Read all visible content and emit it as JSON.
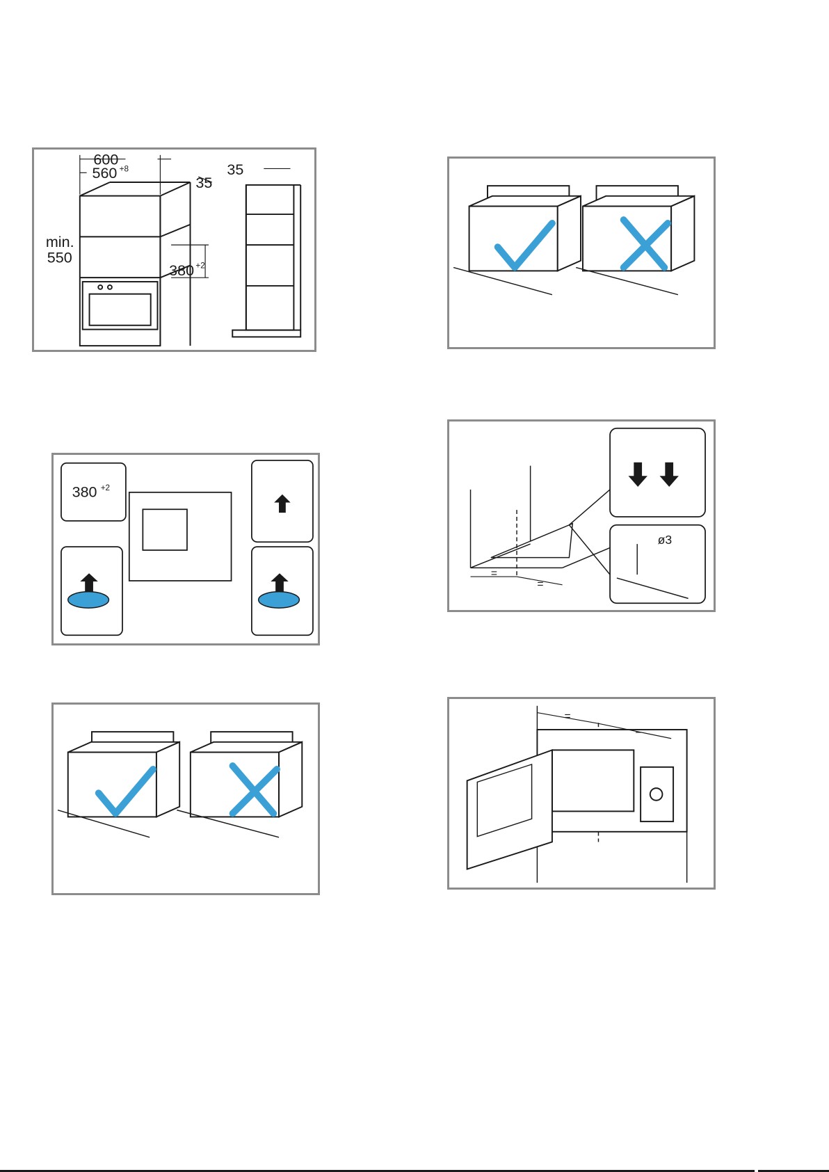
{
  "figures": {
    "cabinet_dimensions": {
      "width_outer": "600",
      "width_inner": "560",
      "width_inner_tol": "+8",
      "depth_gap": "35",
      "side_gap": "35",
      "height_min_1": "min.",
      "height_min_2": "550",
      "opening_height": "380",
      "opening_height_tol": "+2"
    },
    "cable_correct_top": {},
    "bracket_drilling": {
      "equal_left": "=",
      "equal_right": "=",
      "drill_diameter": "ø3"
    },
    "leveling_feet": {
      "opening_height": "380",
      "opening_height_tol": "+2"
    },
    "cable_correct_bottom": {},
    "centering": {
      "equal_left": "=",
      "equal_right": "="
    }
  },
  "colors": {
    "accent_blue": "#3aa0d6",
    "frame_gray": "#8c8c8c",
    "line": "#1a1a1a"
  }
}
